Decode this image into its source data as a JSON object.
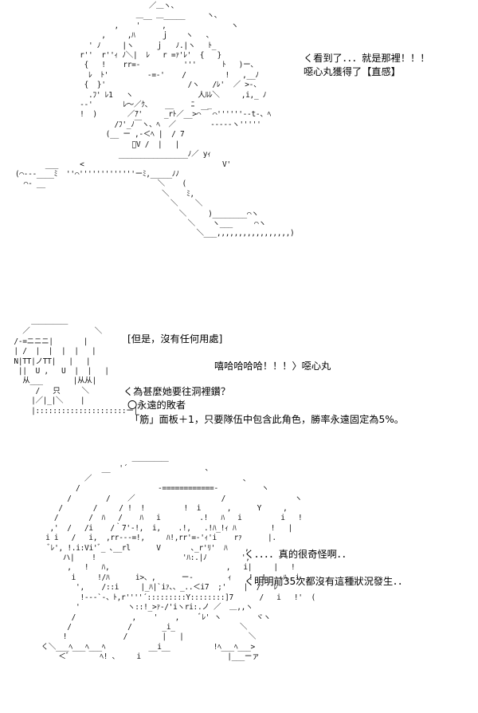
{
  "panel1": {
    "line1": "く看到了．．．就是那裡！！！",
    "line2": "噁心丸獲得了【直感】"
  },
  "panel2": {
    "line1": "[但是，沒有任何用處]",
    "line2": "嘻哈哈哈哈！！！〉噁心丸",
    "line3": "く為甚麼她要往洞裡鑽？",
    "line4": "〇永遠的敗者",
    "line5": "「筋」面板＋1，只要隊伍中包含此角色，勝率永遠固定為5%。"
  },
  "panel3": {
    "line1": "く．．．．真的很奇怪啊．．",
    "line2": "く明明前35次都沒有這種狀況發生．．"
  }
}
